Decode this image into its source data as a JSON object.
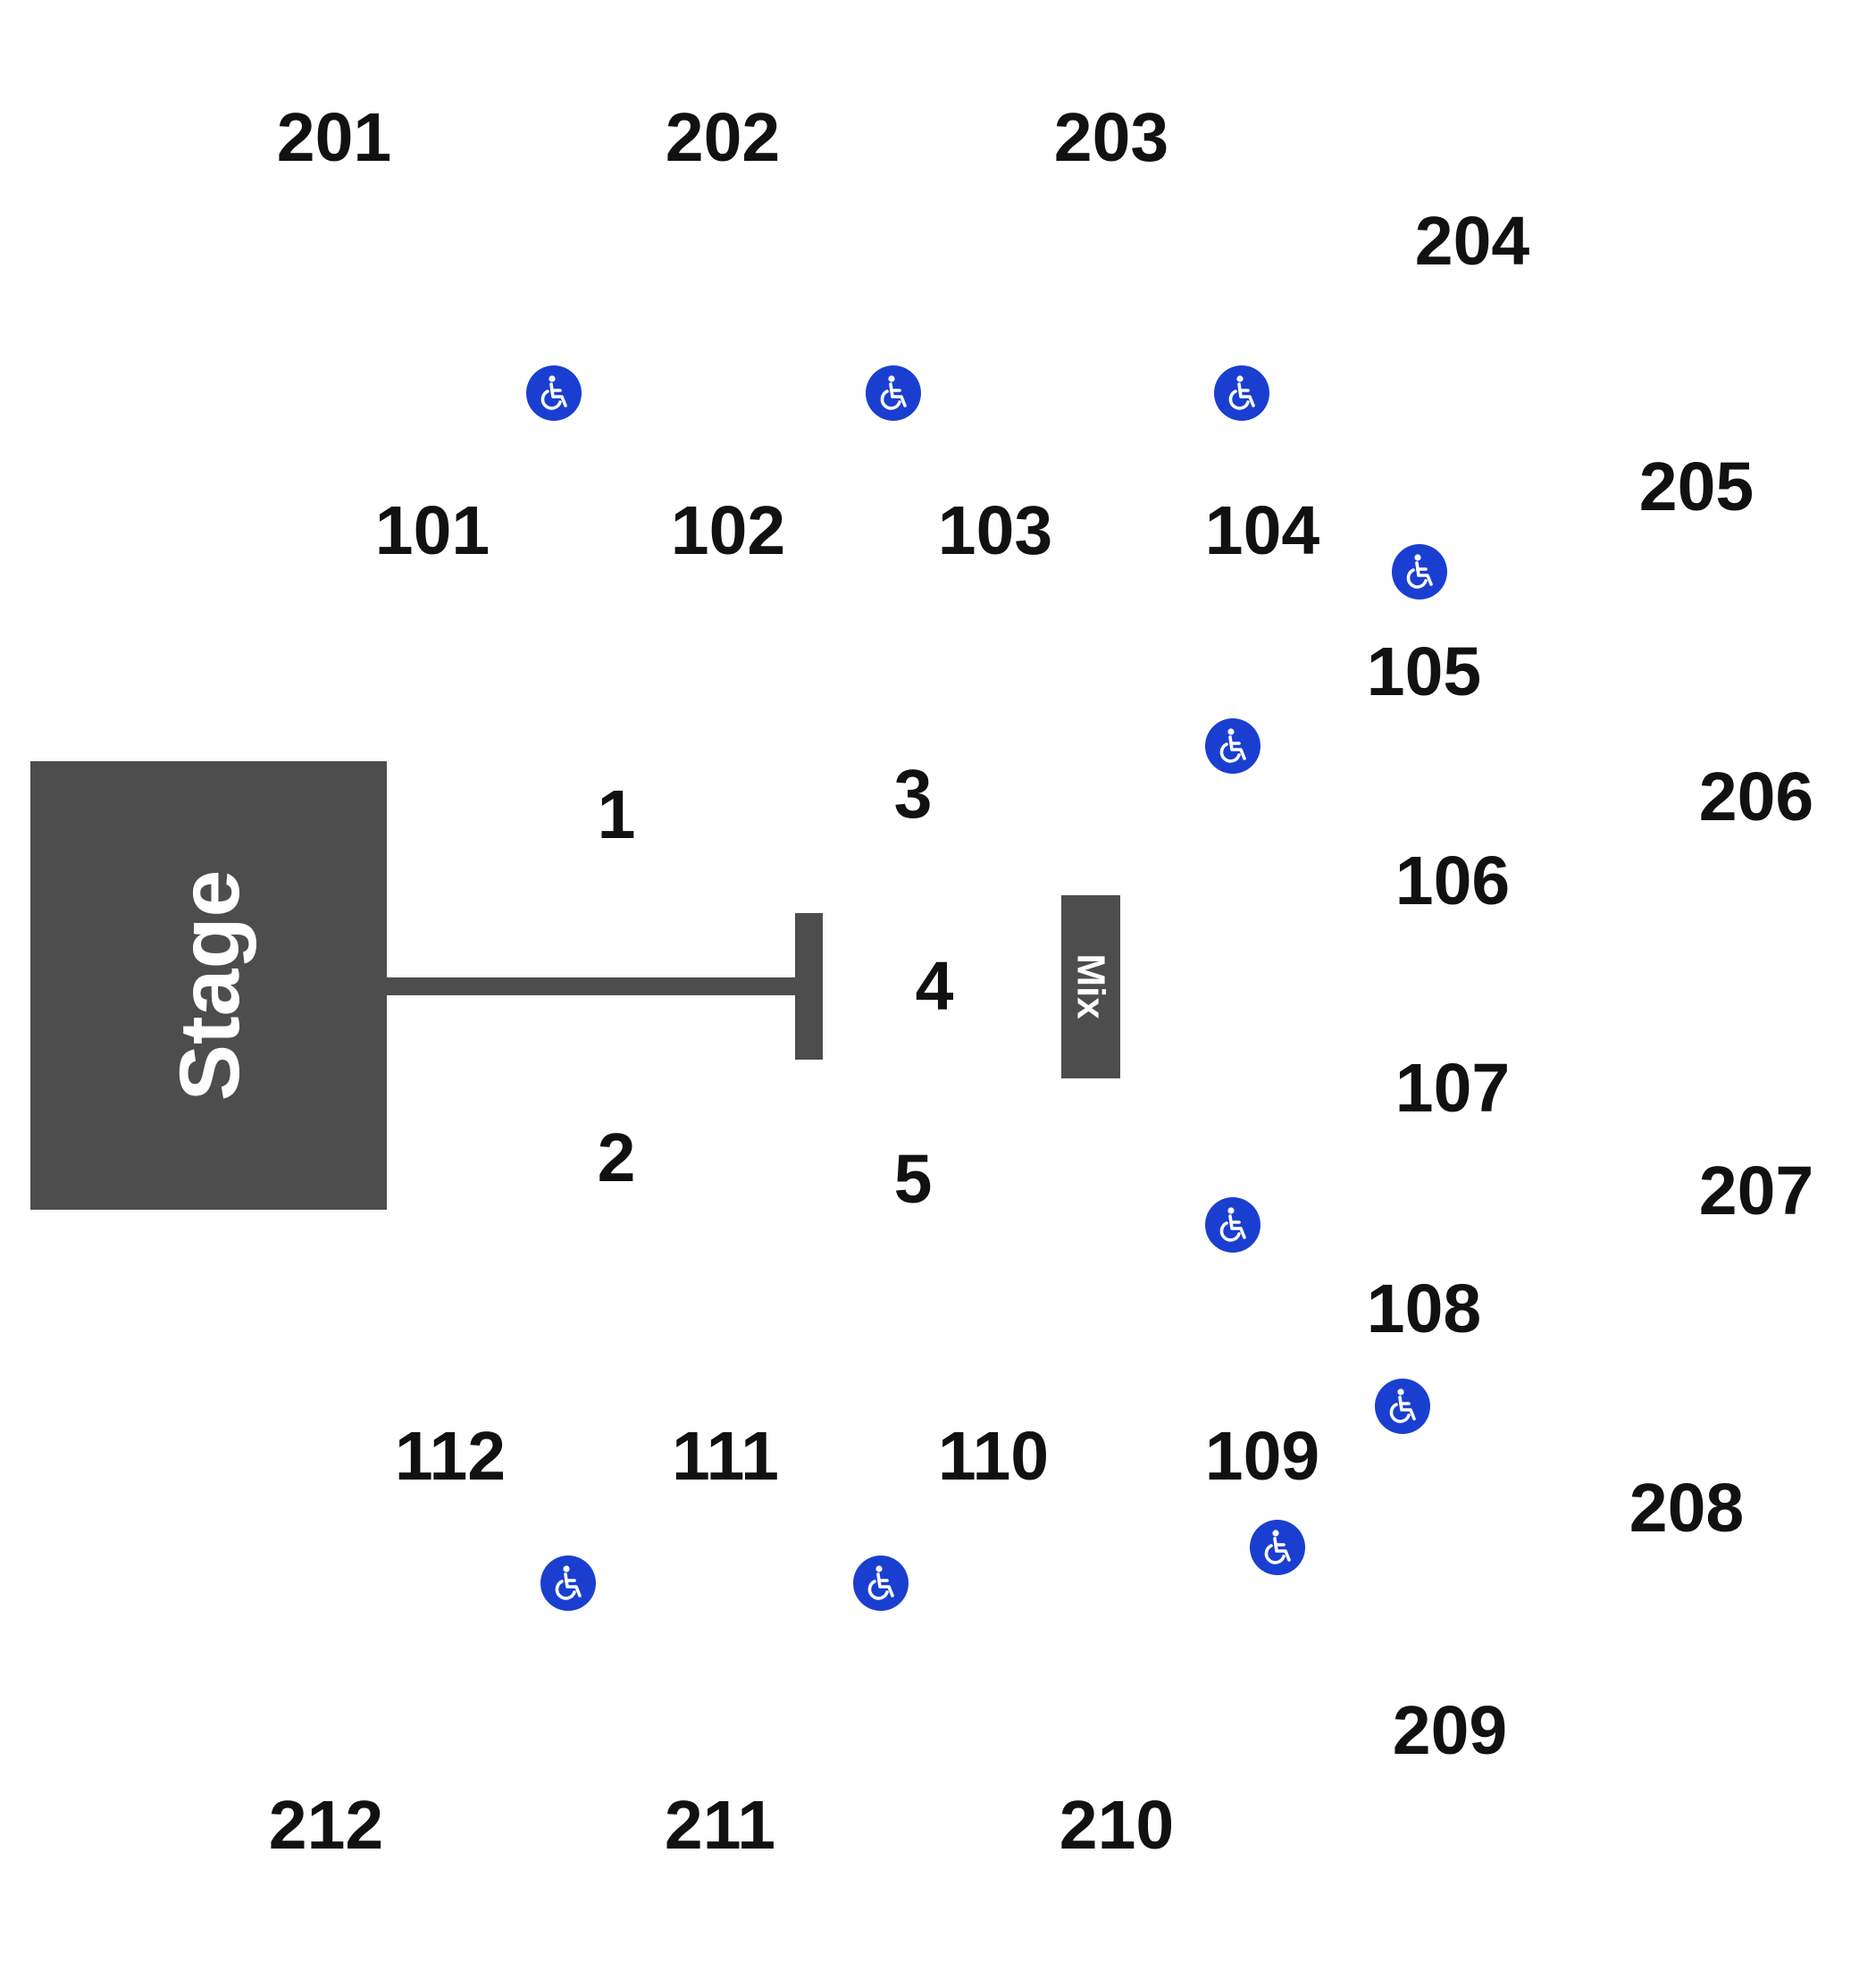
{
  "colors": {
    "stage_fill": "#4d4d4d",
    "section_text": "#111111",
    "accessible_badge": "#1a3fd0",
    "accessible_glyph": "#ffffff"
  },
  "stage": {
    "label": "Stage"
  },
  "mix": {
    "label": "Mix"
  },
  "sections": {
    "s201": "201",
    "s202": "202",
    "s203": "203",
    "s204": "204",
    "s205": "205",
    "s206": "206",
    "s207": "207",
    "s208": "208",
    "s209": "209",
    "s210": "210",
    "s211": "211",
    "s212": "212",
    "s101": "101",
    "s102": "102",
    "s103": "103",
    "s104": "104",
    "s105": "105",
    "s106": "106",
    "s107": "107",
    "s108": "108",
    "s109": "109",
    "s110": "110",
    "s111": "111",
    "s112": "112",
    "f1": "1",
    "f2": "2",
    "f3": "3",
    "f4": "4",
    "f5": "5"
  },
  "accessible_icon": "wheelchair-icon"
}
